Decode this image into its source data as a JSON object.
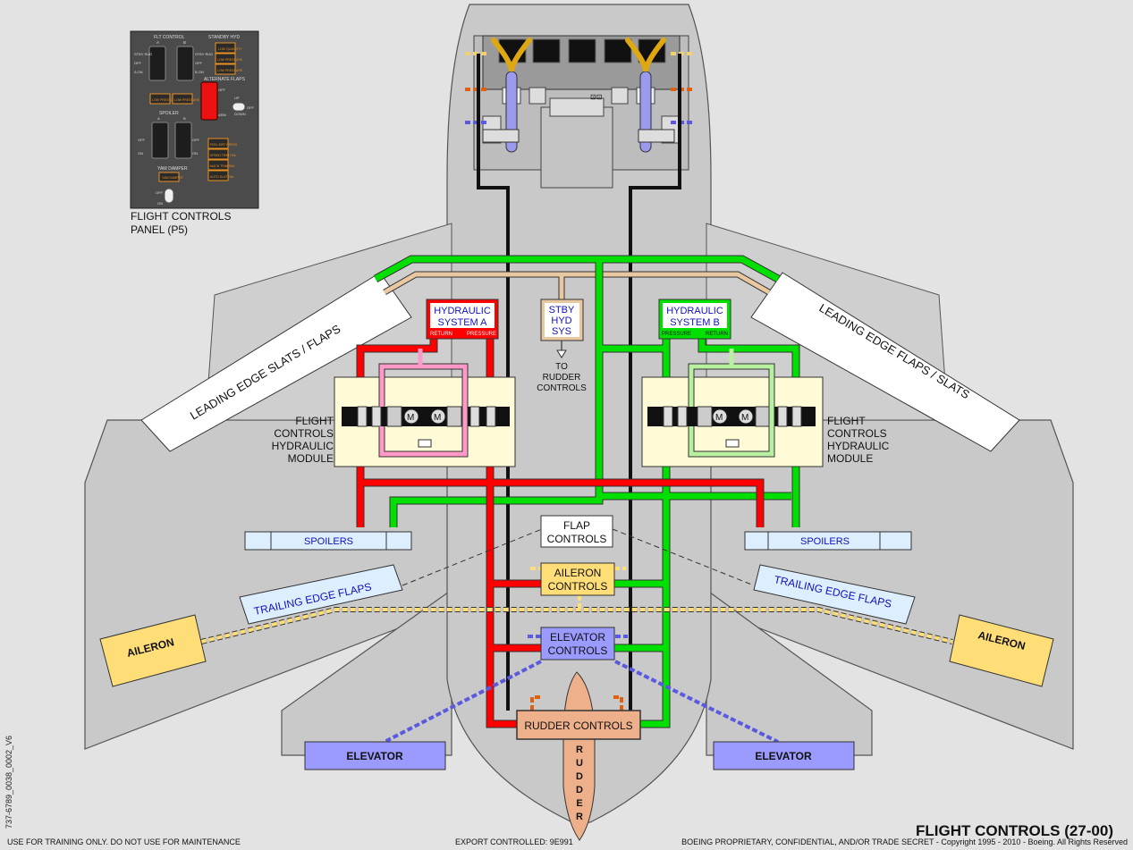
{
  "title": "FLIGHT CONTROLS (27-00)",
  "document_id": "737-6789_0038_0002_V6",
  "footer": {
    "training": "USE FOR TRAINING ONLY. DO NOT USE FOR MAINTENANCE",
    "export": "EXPORT CONTROLLED: 9E991",
    "proprietary": "BOEING PROPRIETARY, CONFIDENTIAL, AND/OR TRADE SECRET - Copyright 1995 - 2010 - Boeing. All Rights Reserved"
  },
  "panel": {
    "caption_line1": "FLIGHT CONTROLS",
    "caption_line2": "PANEL (P5)",
    "flt_control": "FLT CONTROL",
    "flt_a": "A",
    "flt_b": "B",
    "standby_hyd": "STANDBY HYD",
    "stby_rud": "STBY RUD",
    "off": "OFF",
    "a_on": "A ON",
    "b_on": "B ON",
    "low_quantity": "LOW QUANTITY",
    "low_pressure": "LOW PRESSURE",
    "alternate_flaps": "ALTERNATE FLAPS",
    "arm": "ARM",
    "up": "UP",
    "down": "DOWN",
    "spoiler": "SPOILER",
    "on": "ON",
    "yaw_damper": "YAW DAMPER",
    "yaw_light": "YAW DAMPER",
    "feel_diff_press": "FEEL DIFF PRESS",
    "speed_trim_fail": "SPEED TRIM FAIL",
    "mach_trim_fail": "MACH TRIM FAIL",
    "auto_slat_fail": "AUTO SLAT FAIL"
  },
  "labels": {
    "hyd_a_line1": "HYDRAULIC",
    "hyd_a_line2": "SYSTEM A",
    "hyd_b_line1": "HYDRAULIC",
    "hyd_b_line2": "SYSTEM B",
    "return": "RETURN",
    "pressure": "PRESSURE",
    "stby_line1": "STBY",
    "stby_line2": "HYD",
    "stby_line3": "SYS",
    "to_rudder_1": "TO",
    "to_rudder_2": "RUDDER",
    "to_rudder_3": "CONTROLS",
    "module_line1": "FLIGHT",
    "module_line2": "CONTROLS",
    "module_line3": "HYDRAULIC",
    "module_line4": "MODULE",
    "motor": "M",
    "leading_left": "LEADING EDGE SLATS / FLAPS",
    "leading_right": "LEADING EDGE FLAPS / SLATS",
    "spoilers": "SPOILERS",
    "flap_controls_1": "FLAP",
    "flap_controls_2": "CONTROLS",
    "aileron_controls_1": "AILERON",
    "aileron_controls_2": "CONTROLS",
    "elevator_controls_1": "ELEVATOR",
    "elevator_controls_2": "CONTROLS",
    "trailing_edge_flaps": "TRAILING EDGE FLAPS",
    "aileron": "AILERON",
    "elevator": "ELEVATOR",
    "rudder_controls": "RUDDER CONTROLS",
    "rudder_letters": [
      "R",
      "U",
      "D",
      "D",
      "E",
      "R"
    ]
  },
  "colors": {
    "system_a": "#ff0000",
    "system_b": "#00e000",
    "standby": "#e8c8a0",
    "cable": "#111111",
    "aileron_fill": "#ffdd77",
    "elevator_fill": "#9a9aff",
    "rudder_fill": "#eeb08a",
    "label_blue": "#1010c0"
  }
}
